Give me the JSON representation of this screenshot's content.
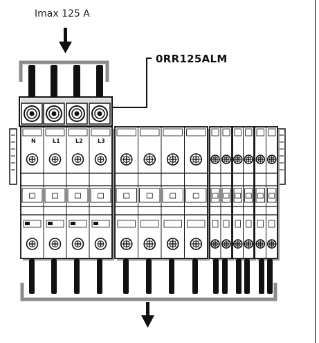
{
  "input_label": "Imax 125 A",
  "product_reference": "0RR125ALM",
  "terminal_labels": [
    "N",
    "L1",
    "L2",
    "L3"
  ],
  "colors": {
    "line": "#1a1a1a",
    "device_body": "#ffffff",
    "shadow": "#9a9a9a",
    "bracket": "#8c8c8c",
    "cable": "#111111",
    "screw_fill": "#ffffff"
  },
  "icons": [
    "arrow-down-icon",
    "screw-icon",
    "bracket-icon"
  ]
}
